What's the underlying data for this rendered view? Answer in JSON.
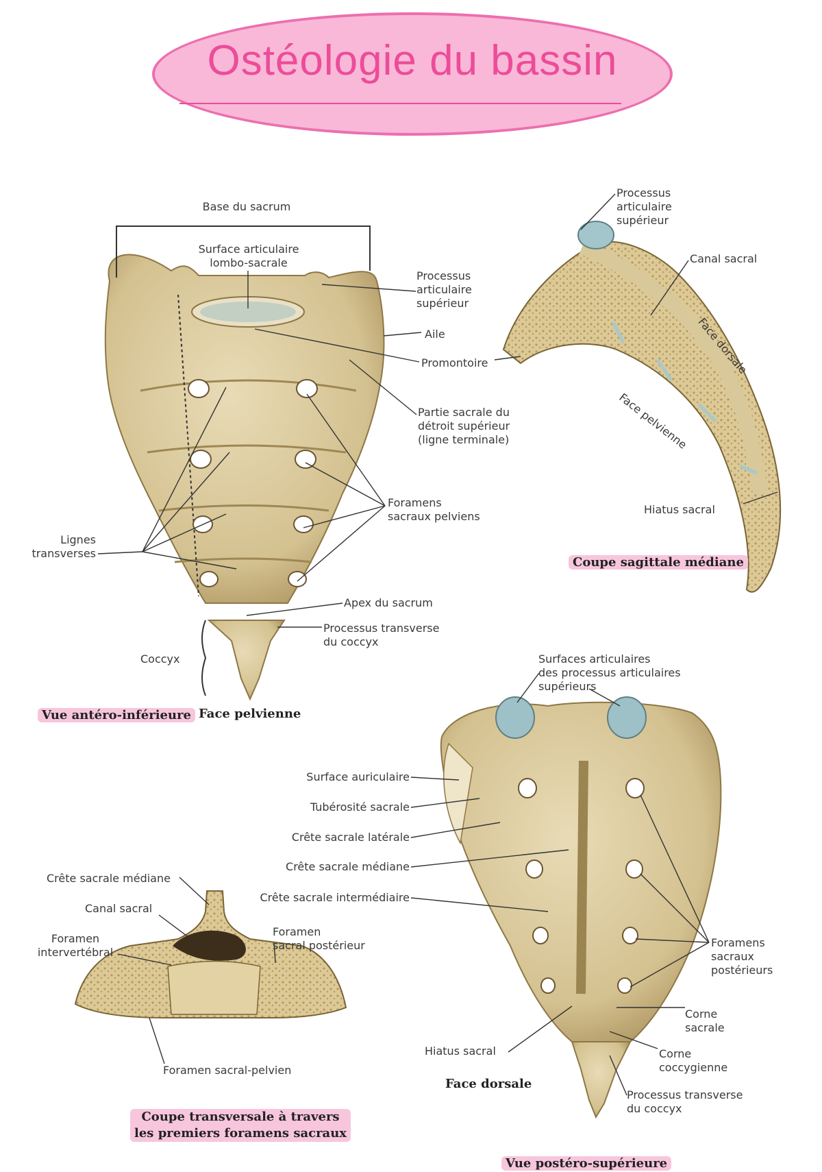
{
  "title": "Ostéologie du bassin",
  "colors": {
    "title_fill": "#f9b8d7",
    "title_text": "#ec4c99",
    "bone": "#d9c79a",
    "bone_dark": "#a8915c",
    "cartilage": "#9fc1c8",
    "caption_highlight": "#f7c6dd"
  },
  "views": {
    "antero": {
      "caption": "Vue antéro-inférieure",
      "subcaption": "Face pelvienne",
      "labels": {
        "base": "Base du sacrum",
        "surface": "Surface articulaire\nlombo-sacrale",
        "processus": "Processus\narticulaire\nsupérieur",
        "aile": "Aile",
        "promontoire": "Promontoire",
        "partie": "Partie sacrale du\ndétroit supérieur\n(ligne terminale)",
        "foramens": "Foramens\nsacraux pelviens",
        "lignes": "Lignes\ntransverses",
        "apex": "Apex du sacrum",
        "proc_trans": "Processus transverse\ndu coccyx",
        "coccyx": "Coccyx"
      }
    },
    "sagittal": {
      "caption": "Coupe sagittale médiane",
      "labels": {
        "processus": "Processus\narticulaire\nsupérieur",
        "canal": "Canal sacral",
        "face_dorsale": "Face dorsale",
        "face_pelvienne": "Face pelvienne",
        "hiatus": "Hiatus sacral"
      }
    },
    "transverse": {
      "caption": "Coupe transversale à travers\nles premiers foramens sacraux",
      "labels": {
        "crete": "Crête sacrale médiane",
        "canal": "Canal sacral",
        "foramen_iv": "Foramen\nintervertébral",
        "foramen_post": "Foramen\nsacral postérieur",
        "foramen_pelvien": "Foramen sacral-pelvien"
      }
    },
    "postero": {
      "caption": "Vue postéro-supérieure",
      "subcaption": "Face dorsale",
      "labels": {
        "surfaces": "Surfaces articulaires\ndes processus articulaires\nsupérieurs",
        "auriculaire": "Surface auriculaire",
        "tuberosite": "Tubérosité sacrale",
        "crete_lat": "Crête sacrale latérale",
        "crete_med": "Crête sacrale médiane",
        "crete_int": "Crête sacrale intermédiaire",
        "foramens": "Foramens\nsacraux\npostérieurs",
        "corne_sacrale": "Corne\nsacrale",
        "hiatus": "Hiatus sacral",
        "corne_cocc": "Corne\ncoccygienne",
        "proc_trans": "Processus transverse\ndu coccyx"
      }
    }
  }
}
